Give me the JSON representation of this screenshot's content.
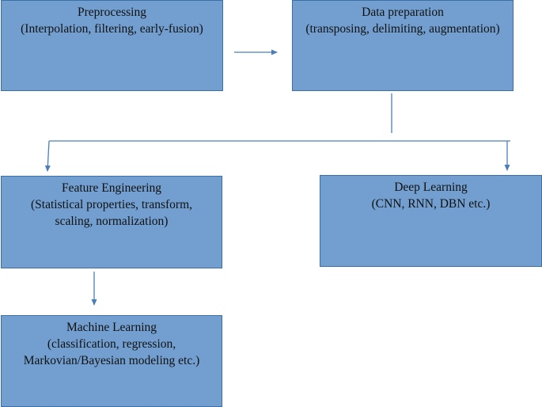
{
  "diagram": {
    "preprocessing": {
      "title": "Preprocessing",
      "detail": "(Interpolation, filtering, early-fusion)"
    },
    "data_preparation": {
      "title": "Data preparation",
      "detail": "(transposing, delimiting, augmentation)"
    },
    "feature_engineering": {
      "title": "Feature Engineering",
      "detail_line1": "(Statistical properties, transform,",
      "detail_line2": "scaling, normalization)"
    },
    "deep_learning": {
      "title": "Deep Learning",
      "detail": "(CNN, RNN, DBN etc.)"
    },
    "machine_learning": {
      "title": "Machine Learning",
      "detail_line1": "(classification, regression,",
      "detail_line2": "Markovian/Bayesian modeling etc.)"
    }
  },
  "colors": {
    "box_fill": "#729fcf",
    "box_border": "#3a6fa8",
    "connector": "#4a7ebb",
    "text": "#111111"
  }
}
